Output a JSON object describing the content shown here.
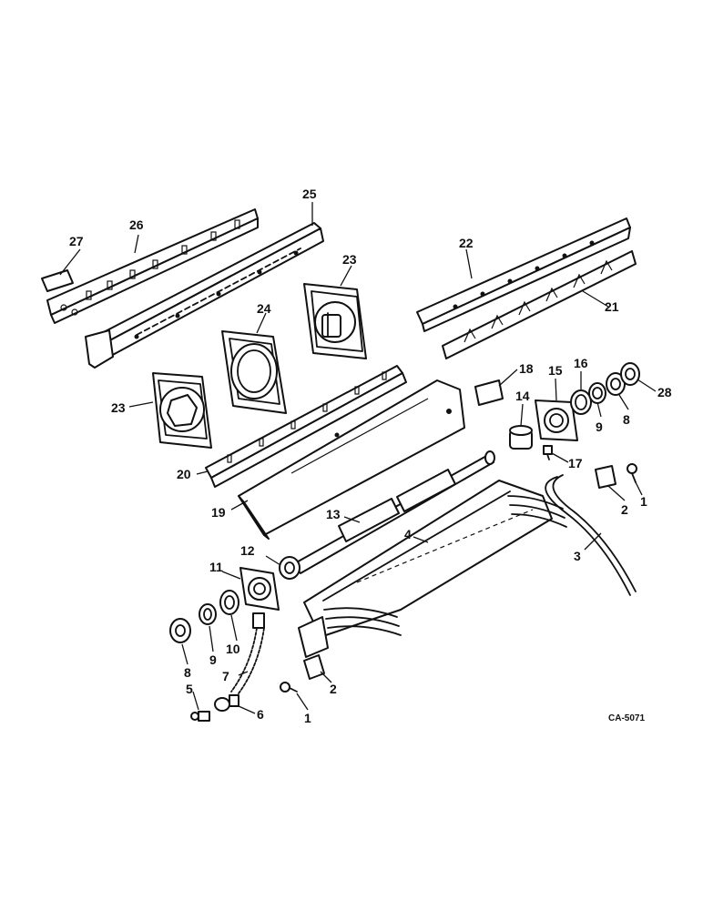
{
  "drawing_code": "CA-5071",
  "callouts": {
    "c1a": "1",
    "c1b": "1",
    "c2a": "2",
    "c2b": "2",
    "c3": "3",
    "c4": "4",
    "c5": "5",
    "c6": "6",
    "c7": "7",
    "c8a": "8",
    "c8b": "8",
    "c9a": "9",
    "c9b": "9",
    "c10": "10",
    "c11": "11",
    "c12": "12",
    "c13": "13",
    "c14": "14",
    "c15": "15",
    "c16": "16",
    "c17": "17",
    "c18": "18",
    "c19": "19",
    "c20": "20",
    "c21": "21",
    "c22": "22",
    "c23a": "23",
    "c23b": "23",
    "c24": "24",
    "c25": "25",
    "c26": "26",
    "c27": "27",
    "c28": "28"
  }
}
